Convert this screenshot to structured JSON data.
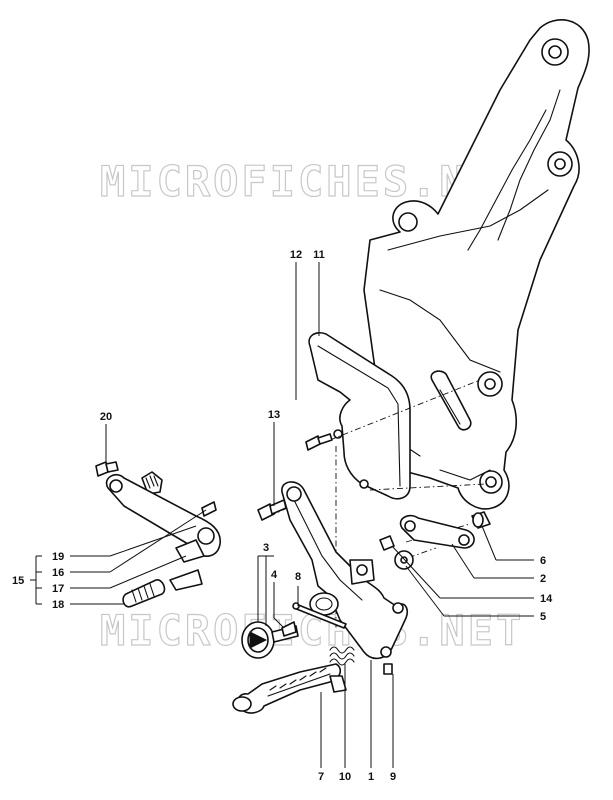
{
  "watermark": {
    "text_top": "MICROFICHES.NET",
    "text_bottom": "MICROFICHES.NET"
  },
  "callouts": {
    "c1": "1",
    "c2": "2",
    "c3": "3",
    "c4": "4",
    "c5": "5",
    "c6": "6",
    "c7": "7",
    "c8": "8",
    "c9": "9",
    "c10": "10",
    "c11": "11",
    "c12": "12",
    "c13": "13",
    "c14": "14",
    "c15": "15",
    "c16": "16",
    "c17": "17",
    "c18": "18",
    "c19": "19",
    "c20": "20"
  }
}
